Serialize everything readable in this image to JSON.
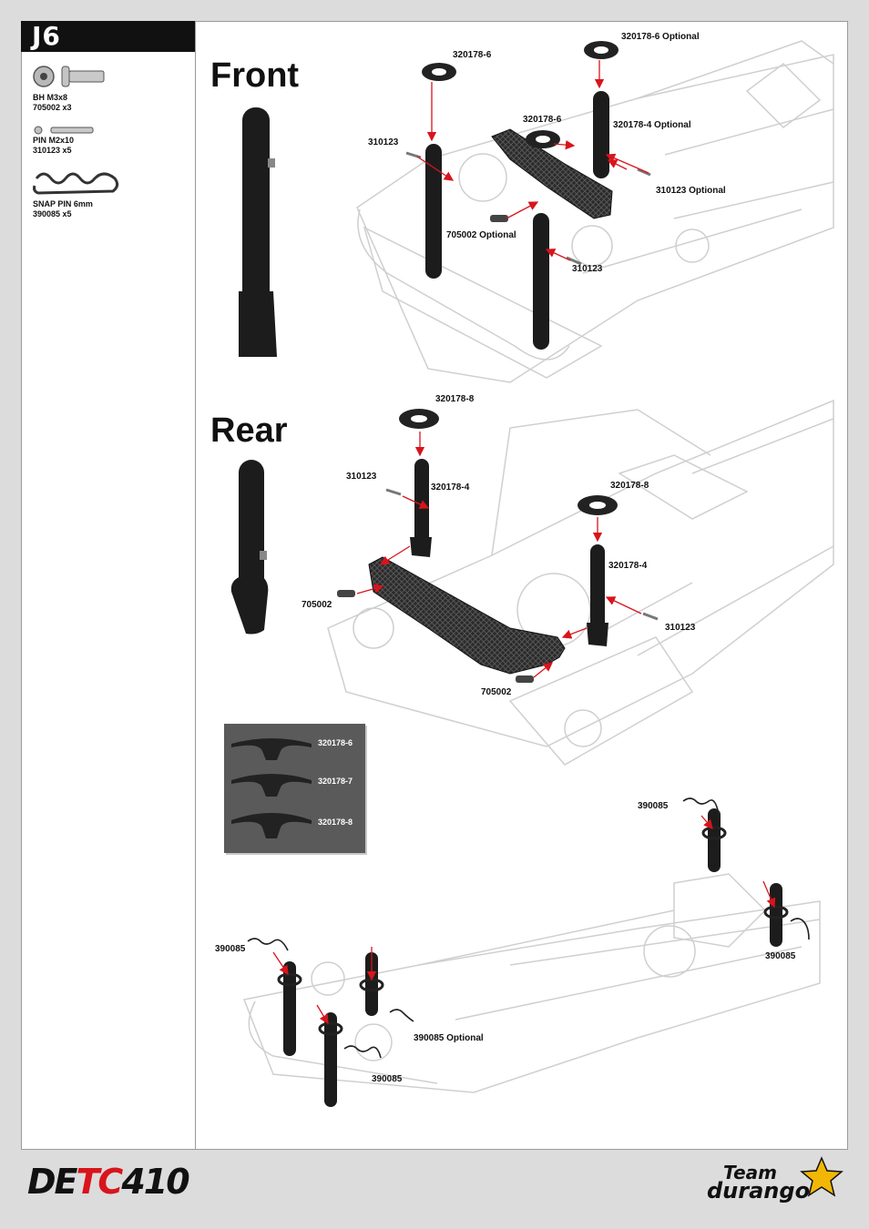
{
  "step": {
    "label": "J6"
  },
  "bag": [
    {
      "icon": "button-head-screw-icon",
      "name": "BH  M3x8",
      "qty": "705002  x3"
    },
    {
      "icon": "pin-icon",
      "name": "PIN  M2x10",
      "qty": "310123  x5"
    },
    {
      "icon": "snap-pin-icon",
      "name": "SNAP PIN 6mm",
      "qty": "390085 x5"
    }
  ],
  "sections": {
    "front": "Front",
    "rear": "Rear"
  },
  "callouts": {
    "front": [
      "320178-6",
      "320178-6 Optional",
      "320178-6",
      "320178-4 Optional",
      "310123",
      "310123 Optional",
      "705002 Optional",
      "310123"
    ],
    "rear": [
      "320178-8",
      "310123",
      "320178-4",
      "320178-8",
      "320178-4",
      "705002",
      "310123",
      "705002"
    ],
    "bottom": [
      "390085",
      "390085",
      "390085",
      "390085 Optional",
      "390085"
    ]
  },
  "legend": [
    "320178-6",
    "320178-7",
    "320178-8"
  ],
  "colors": {
    "arrow": "#d8141c",
    "part": "#1a1a1a",
    "outline": "#cfcfcf",
    "legend_bg": "#5a5a5a"
  },
  "footer": {
    "model_a": "DE",
    "model_b": "TC",
    "model_c": "410",
    "brand_a": "Team",
    "brand_b": "durango"
  }
}
